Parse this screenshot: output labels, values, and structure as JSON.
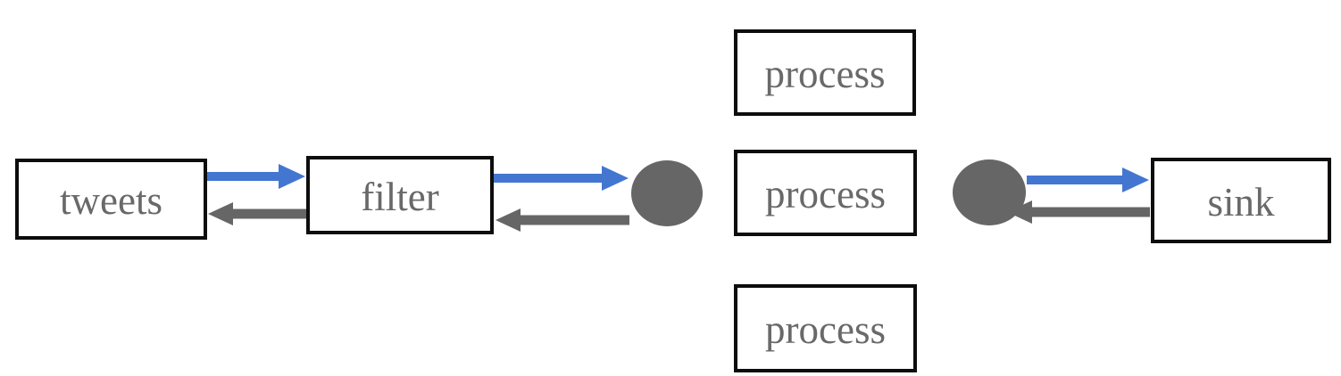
{
  "diagram": {
    "nodes": {
      "source": {
        "label": "tweets"
      },
      "filter": {
        "label": "filter"
      },
      "processes": [
        {
          "label": "process"
        },
        {
          "label": "process"
        },
        {
          "label": "process"
        }
      ],
      "sink": {
        "label": "sink"
      }
    },
    "colors": {
      "forward_arrow": "#4376d1",
      "feedback_arrow": "#666666",
      "junction_fill": "#666666",
      "box_border": "#0d0d0d",
      "label_text": "#696969",
      "background": "#ffffff"
    }
  }
}
